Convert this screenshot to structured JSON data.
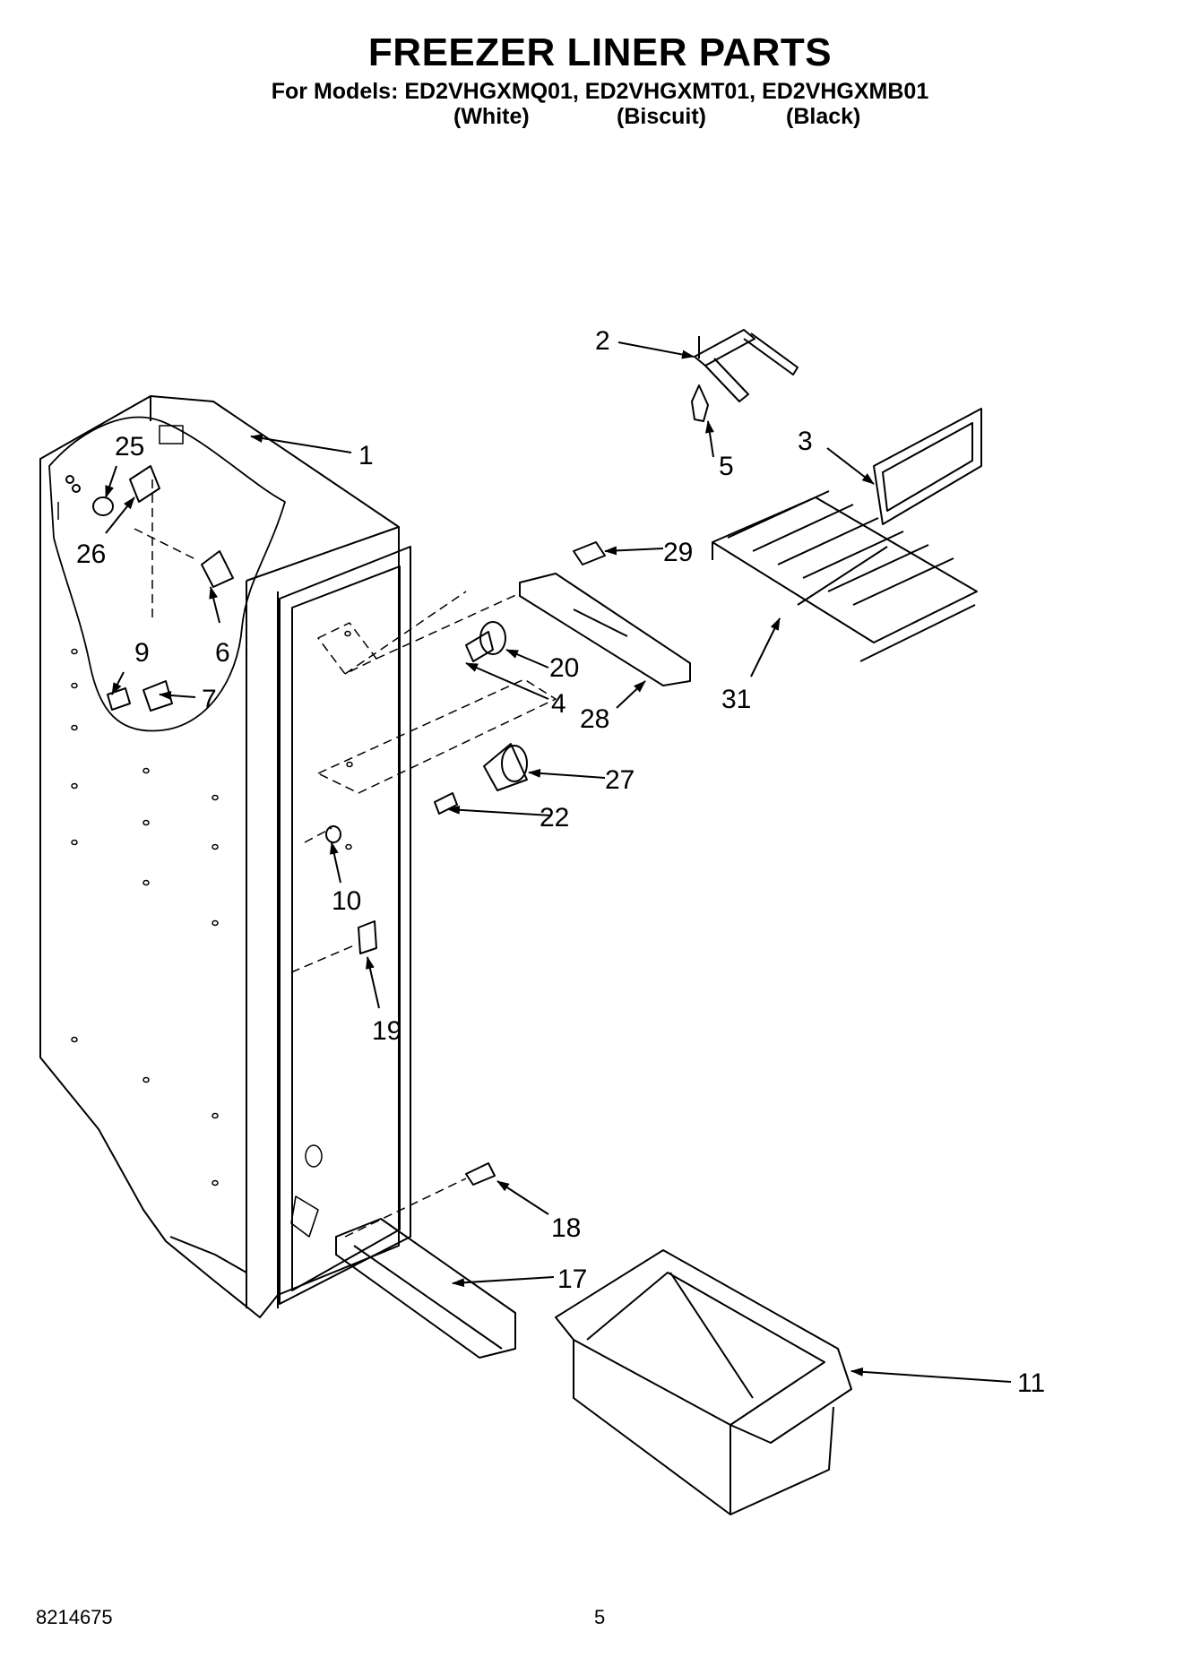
{
  "header": {
    "title": "FREEZER LINER PARTS",
    "models_line": "For Models: ED2VHGXMQ01, ED2VHGXMT01, ED2VHGXMB01",
    "colors": [
      "(White)",
      "(Biscuit)",
      "(Black)"
    ]
  },
  "callouts": [
    {
      "id": "c1",
      "label": "1"
    },
    {
      "id": "c2",
      "label": "2"
    },
    {
      "id": "c3",
      "label": "3"
    },
    {
      "id": "c4",
      "label": "4"
    },
    {
      "id": "c5",
      "label": "5"
    },
    {
      "id": "c6",
      "label": "6"
    },
    {
      "id": "c7",
      "label": "7"
    },
    {
      "id": "c9",
      "label": "9"
    },
    {
      "id": "c10",
      "label": "10"
    },
    {
      "id": "c11",
      "label": "11"
    },
    {
      "id": "c17",
      "label": "17"
    },
    {
      "id": "c18",
      "label": "18"
    },
    {
      "id": "c19",
      "label": "19"
    },
    {
      "id": "c20",
      "label": "20"
    },
    {
      "id": "c22",
      "label": "22"
    },
    {
      "id": "c25",
      "label": "25"
    },
    {
      "id": "c26",
      "label": "26"
    },
    {
      "id": "c27",
      "label": "27"
    },
    {
      "id": "c28",
      "label": "28"
    },
    {
      "id": "c29",
      "label": "29"
    },
    {
      "id": "c31",
      "label": "31"
    }
  ],
  "footer": {
    "part_number": "8214675",
    "page_number": "5"
  }
}
